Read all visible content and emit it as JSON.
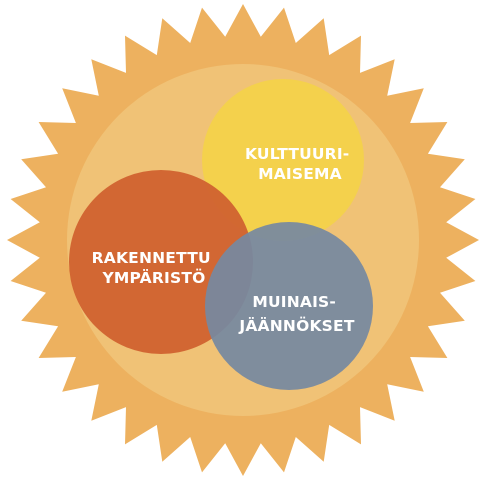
{
  "diagram": {
    "circles": [
      {
        "id": "kulttuurimaisema",
        "lines": [
          "KULTTUURI-",
          "MAISEMA"
        ],
        "color": "#F3D24A"
      },
      {
        "id": "rakennettu-ymparisto",
        "lines": [
          "RAKENNETTU",
          "YMPÄRISTÖ"
        ],
        "color": "#D0622F"
      },
      {
        "id": "muinaisjaannokset",
        "lines": [
          "MUINAIS-",
          "JÄÄNNÖKSET"
        ],
        "color": "#7689A0"
      }
    ],
    "badge": {
      "outer_color": "#EDB15F",
      "inner_color": "#F0C276"
    }
  }
}
